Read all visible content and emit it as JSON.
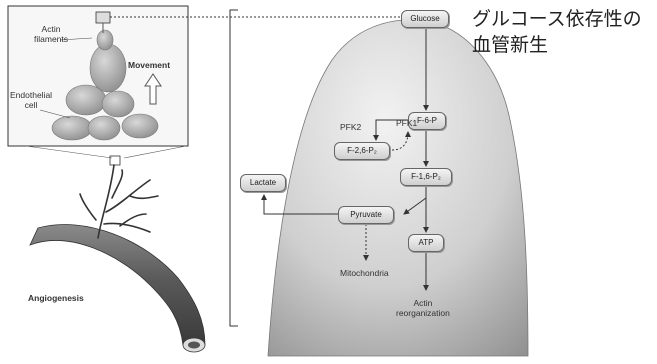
{
  "caption": {
    "line1": "グルコース依存性の",
    "line2": "血管新生"
  },
  "inset": {
    "actin_label_1": "Actin",
    "actin_label_2": "filaments",
    "movement_label": "Movement",
    "endothelial_label_1": "Endothelial",
    "endothelial_label_2": "cell"
  },
  "vessel": {
    "angiogenesis_label": "Angiogenesis"
  },
  "pathway": {
    "glucose": "Glucose",
    "f6p": "F-6-P",
    "pfk2": "PFK2",
    "pfk1": "PFK1",
    "f26p2": "F-2,6-P₂",
    "f16p2": "F-1,6-P₂",
    "lactate": "Lactate",
    "pyruvate": "Pyruvate",
    "atp": "ATP",
    "mitochondria": "Mitochondria",
    "actin_reorg_1": "Actin",
    "actin_reorg_2": "reorganization"
  },
  "colors": {
    "line": "#333333",
    "cell_fill": "#b9b9b9",
    "tip_fill": "#c8c8c8"
  }
}
